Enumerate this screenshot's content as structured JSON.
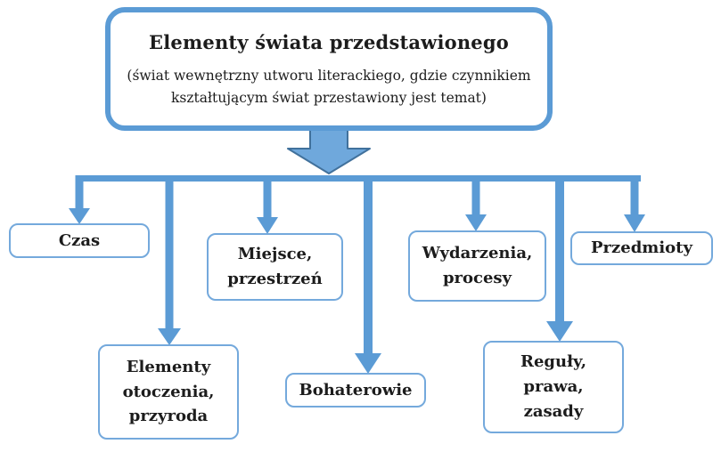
{
  "diagram": {
    "root": {
      "title": "Elementy świata przedstawionego",
      "subtitle": "(świat wewnętrzny utworu literackiego, gdzie czynnikiem kształtującym świat przestawiony jest temat)"
    },
    "nodes": [
      "Czas",
      "Miejsce,\nprzestrzeń",
      "Wydarzenia,\nprocesy",
      "Przedmioty",
      "Elementy\notoczenia,\nprzyroda",
      "Bohaterowie",
      "Reguły,\nprawa,\nzasady"
    ],
    "colors": {
      "connector_blue": "#5b9bd5",
      "big_arrow_fill": "#6fa8dc",
      "big_arrow_outline": "#41719c",
      "box_border_blue": "#74a9dc",
      "root_border_blue": "#5b9bd5",
      "text": "#1c1c1c",
      "background": "#ffffff"
    }
  }
}
